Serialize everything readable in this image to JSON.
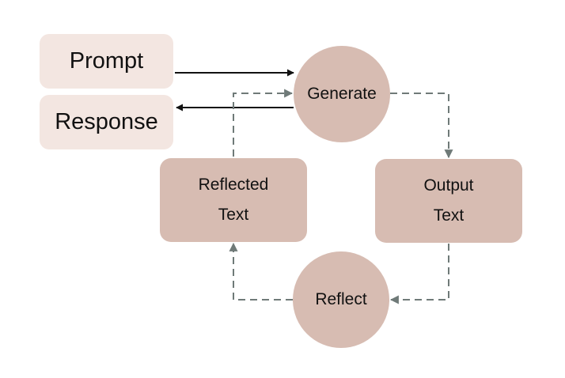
{
  "colors": {
    "io_fill": "#f3e6e1",
    "node_fill": "#d7bcb2",
    "solid_arrow": "#111111",
    "dashed_arrow": "#6f7a78"
  },
  "nodes": {
    "prompt": "Prompt",
    "response": "Response",
    "generate": "Generate",
    "reflect": "Reflect",
    "reflected_text": {
      "line1": "Reflected",
      "line2": "Text"
    },
    "output_text": {
      "line1": "Output",
      "line2": "Text"
    }
  },
  "edges": [
    {
      "from": "Prompt",
      "to": "Generate",
      "style": "solid"
    },
    {
      "from": "Generate",
      "to": "Response",
      "style": "solid"
    },
    {
      "from": "Generate",
      "to": "Output Text",
      "style": "dashed"
    },
    {
      "from": "Output Text",
      "to": "Reflect",
      "style": "dashed"
    },
    {
      "from": "Reflect",
      "to": "Reflected Text",
      "style": "dashed"
    },
    {
      "from": "Reflected Text",
      "to": "Generate",
      "style": "dashed"
    }
  ]
}
